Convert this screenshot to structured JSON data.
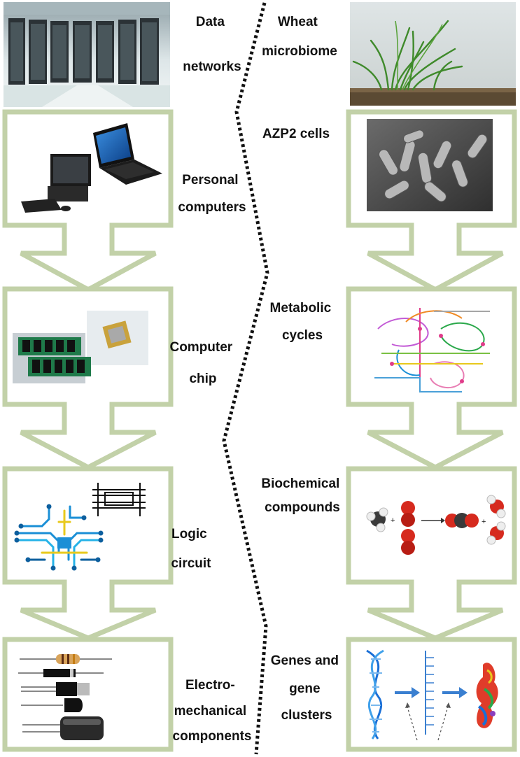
{
  "colors": {
    "frame": "#c2d1a8",
    "frame_fill": "#ffffff",
    "divider": "#111111",
    "label": "#111111"
  },
  "left_column": {
    "top_label": [
      "Data",
      "networks"
    ],
    "stages": [
      {
        "label": [
          "Personal",
          "computers"
        ],
        "icon": "computer-icon"
      },
      {
        "label": [
          "Computer",
          "chip"
        ],
        "icon": "memory-chip-icon"
      },
      {
        "label": [
          "Logic",
          "circuit"
        ],
        "icon": "circuit-icon"
      },
      {
        "label": [
          "Electro-",
          "mechanical",
          "components"
        ],
        "icon": "electronic-components-icon"
      }
    ]
  },
  "right_column": {
    "top_label": [
      "Wheat",
      "microbiome"
    ],
    "stages": [
      {
        "label": [
          "AZP2 cells"
        ],
        "icon": "bacteria-micrograph-icon"
      },
      {
        "label": [
          "Metabolic",
          "cycles"
        ],
        "icon": "metabolic-map-icon"
      },
      {
        "label": [
          "Biochemical",
          "compounds"
        ],
        "icon": "molecule-reaction-icon"
      },
      {
        "label": [
          "Genes and",
          "gene",
          "clusters"
        ],
        "icon": "dna-icon"
      }
    ]
  }
}
